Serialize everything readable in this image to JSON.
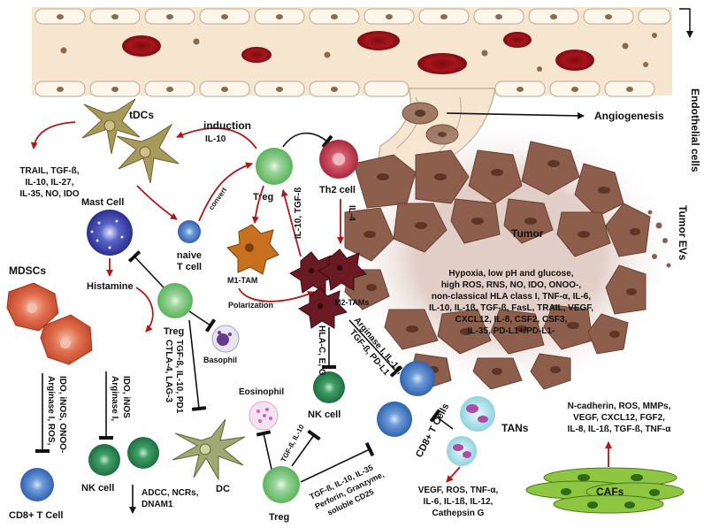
{
  "labels": {
    "tdcs": "tDCs",
    "induction": "induction",
    "il10_induction": "IL-10",
    "tdc_factors": [
      "TRAIL, TGF-ß,",
      "IL-10, IL-27,",
      "IL-35, NO, IDO"
    ],
    "mast_cell": "Mast Cell",
    "naive_t_cell": [
      "naive",
      "T cell"
    ],
    "convert": "convert",
    "treg_top": "Treg",
    "th2_cell": "Th2 cell",
    "il10_tgfb_vertical": "IL-10, TGF-ß",
    "il4": "IL-4",
    "angiogenesis": "Angiogenesis",
    "endothelial_cells": "Endothelial cells",
    "tumor": "Tumor",
    "tumor_evs": "Tumor EVs",
    "histamine": "Histamine",
    "mdscs": "MDSCs",
    "m1_tam": "M1-TAM",
    "m2_tams": "M2-TAMs",
    "polarization": "Polarization",
    "treg_mid": "Treg",
    "basophil": "Basophil",
    "tumor_factors": [
      "Hypoxia, low pH and glucose,",
      "high ROS, RNS, NO, IDO, ONOO-,",
      "non-classical HLA class I, TNF-α, IL-6,",
      "IL-10, IL-1ß, TGF-ß, FasL, TRAIL, VEGF,",
      "CXCL12, IL-8, CSF2, CSF3,",
      "IL-35, PD-L1+/PD-L1-"
    ],
    "arginase_tgf_pdl1": [
      "Arginase I, IL-10,",
      "TGF-ß, PD-L1"
    ],
    "hla_ceg": "HLA-C, E, G",
    "treg_factors_vertical": [
      "TGF-ß, IL-10, PD1",
      "CTLA-4, LAG-3"
    ],
    "arginase_ido_inos": [
      "Arginase I,",
      "IDO, iNOS"
    ],
    "mdsc_factors": [
      "Arginase I, ROS,",
      "IDO, iNOS, ONOO-"
    ],
    "eosinophil": "Eosinophil",
    "dc": "DC",
    "nk_cell_mid": "NK cell",
    "cd8_t_cells": "CD8+ T Cells",
    "tans": "TANs",
    "caf_factors": [
      "N-cadherin, ROS, MMPs,",
      "VEGF, CXCL12, FGF2,",
      "IL-8, IL-1ß, TGF-ß, TNF-α"
    ],
    "tgfb_il10_small": "TGF-ß, IL-10",
    "nk_cell_left": "NK cell",
    "nk_functions": [
      "ADCC, NCRs,",
      "DNAM1"
    ],
    "cd8_t_cell_left": "CD8+ T Cell",
    "treg_bottom": "Treg",
    "treg_bottom_factors": [
      "TGF-ß, IL-10, IL-35",
      "Perforin, Granzyme,",
      "soluble CD25"
    ],
    "tan_factors": [
      "VEGF, ROS, TNF-α,",
      "IL-6, IL-1ß, IL-12,",
      "Cathepsin G"
    ],
    "cafs": "CAFs"
  },
  "colors": {
    "vessel": "#f7e6cf",
    "tumor": "#8a5a4a",
    "arrow_red": "#b01818",
    "treg": "#7cc87c",
    "cd8": "#4a7fc4",
    "nk": "#2e8a52",
    "mdsc": "#e07050",
    "m2": "#6a1a22",
    "caf": "#8ec641"
  }
}
